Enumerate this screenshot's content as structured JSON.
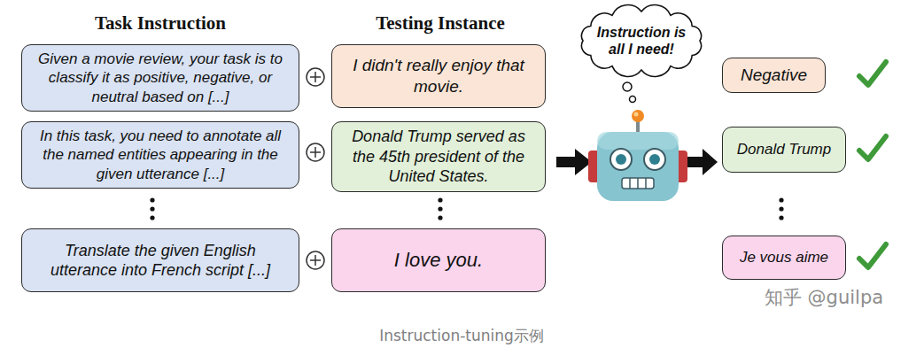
{
  "diagram": {
    "caption": "Instruction-tuning示例",
    "nodes": [
      {
        "text": [
          "Given a movie review, your task is to classify it as positive, negative, or neutral based on [...]"
        ]
      },
      {
        "text": [
          "I didn't really enjoy that movie."
        ]
      },
      {
        "text": [
          "In this task, you need to annotate all the named entities appearing in the given utterance [...]"
        ]
      },
      {
        "text": [
          "Donald Trump served as the 45th president of the United States."
        ]
      },
      {
        "text": [
          "Translate the given English utterance into French script [...]"
        ]
      },
      {
        "text": [
          "I love you."
        ]
      },
      {
        "text": [
          "Instruction is all I need!"
        ]
      },
      {
        "text": [
          "Negative"
        ]
      },
      {
        "text": [
          "Donald Trump"
        ]
      },
      {
        "text": [
          "Je vous aime"
        ]
      }
    ],
    "labels": [
      "Task Instruction",
      "Testing Instance",
      "知乎 @guilpa"
    ]
  }
}
